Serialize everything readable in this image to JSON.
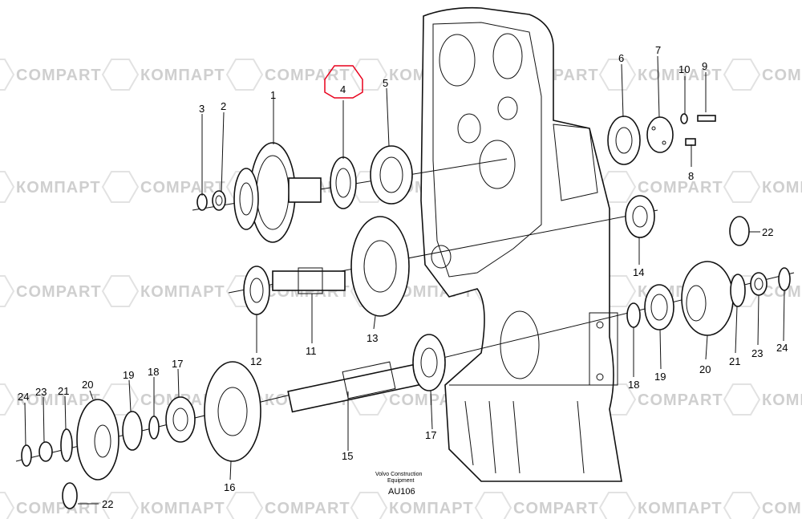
{
  "watermarks": [
    "COMPART",
    "КОМПАРТ"
  ],
  "highlight_color": "#e8001c",
  "callouts": [
    "1",
    "2",
    "3",
    "4",
    "5",
    "6",
    "7",
    "8",
    "9",
    "10",
    "11",
    "12",
    "13",
    "14",
    "15",
    "16",
    "17",
    "17",
    "18",
    "18",
    "19",
    "19",
    "20",
    "20",
    "21",
    "21",
    "22",
    "22",
    "23",
    "23",
    "24",
    "24"
  ],
  "credit": {
    "line1": "Volvo Construction",
    "line2": "Equipment"
  },
  "drawing_code": "AU106"
}
